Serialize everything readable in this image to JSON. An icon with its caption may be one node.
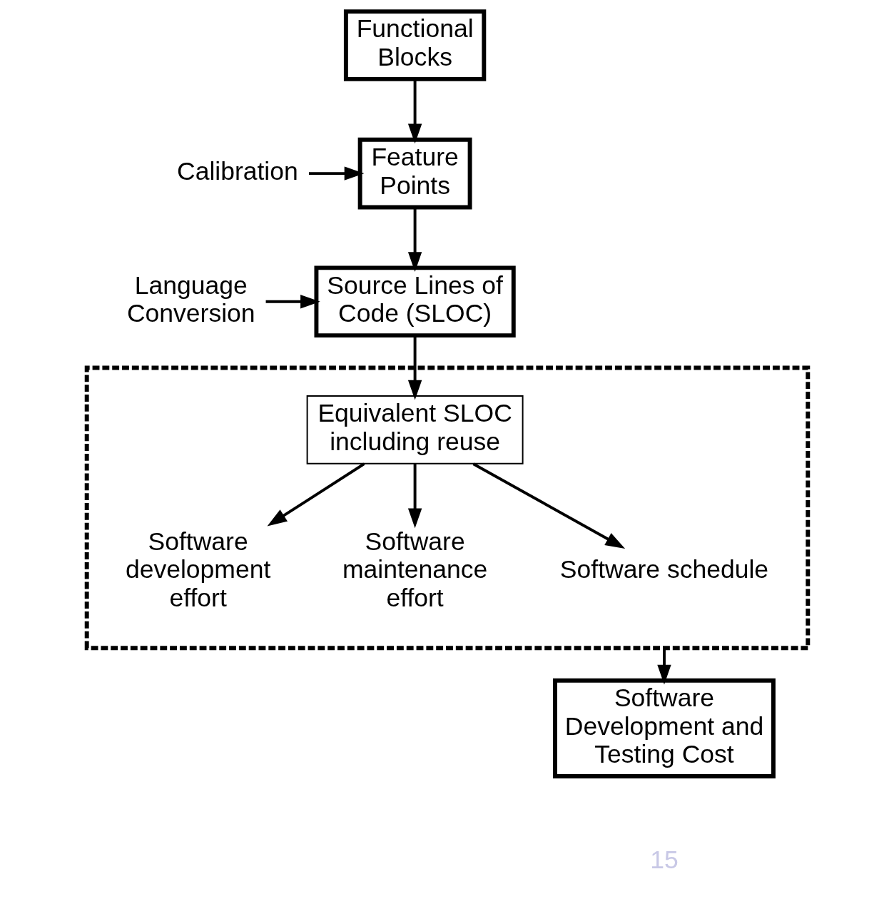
{
  "diagram": {
    "nodes": [
      {
        "text": [
          "Functional Blocks"
        ]
      },
      {
        "text": [
          "Calibration"
        ]
      },
      {
        "text": [
          "Feature Points"
        ]
      },
      {
        "text": [
          "Language Conversion"
        ]
      },
      {
        "text": [
          "Source Lines of Code (SLOC)"
        ]
      },
      {
        "text": [],
        "shape": "box"
      },
      {
        "text": [
          "Equivalent SLOC including reuse"
        ],
        "in": 5
      },
      {
        "text": [
          "Software development effort"
        ],
        "in": 5
      },
      {
        "text": [
          "Software maintenance effort"
        ],
        "in": 5
      },
      {
        "text": [
          "Software schedule"
        ],
        "in": 5
      },
      {
        "text": [
          "Software Development and Testing Cost"
        ]
      }
    ],
    "edges": [
      {
        "from": 0,
        "to": 2,
        "arrow": "to"
      },
      {
        "from": 1,
        "to": 2,
        "arrow": "to"
      },
      {
        "from": 2,
        "to": 4,
        "arrow": "to"
      },
      {
        "from": 3,
        "to": 4,
        "arrow": "to"
      },
      {
        "from": 4,
        "to": 6,
        "arrow": "to"
      },
      {
        "from": 6,
        "to": 7,
        "arrow": "to"
      },
      {
        "from": 6,
        "to": 8,
        "arrow": "to"
      },
      {
        "from": 6,
        "to": 9,
        "arrow": "to"
      },
      {
        "from": 5,
        "to": 10,
        "arrow": "to"
      }
    ],
    "labels": [
      "15"
    ]
  }
}
